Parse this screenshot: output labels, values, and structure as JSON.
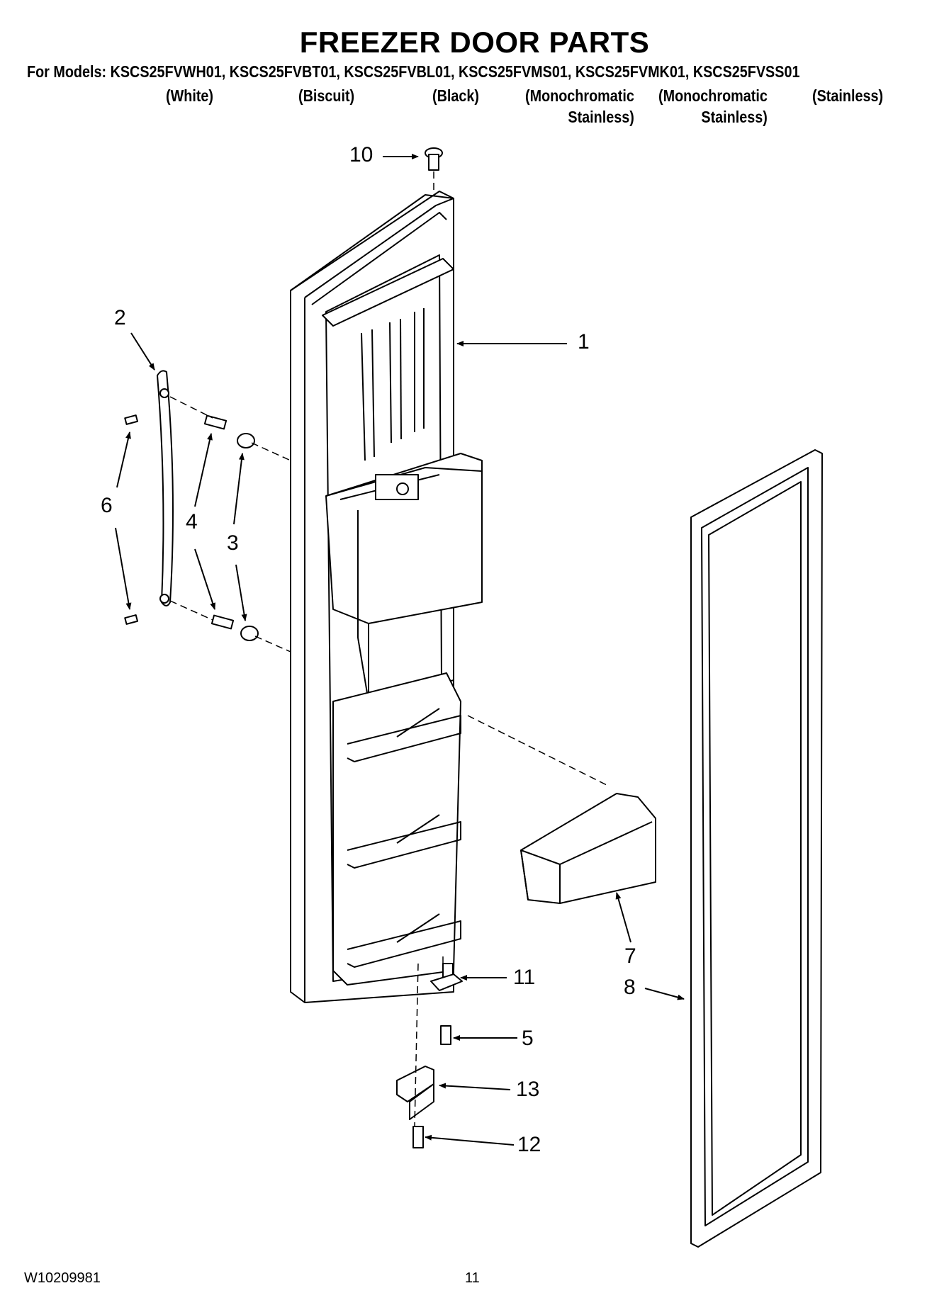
{
  "title": "FREEZER DOOR PARTS",
  "models_line": "For Models: KSCS25FVWH01, KSCS25FVBT01, KSCS25FVBL01, KSCS25FVMS01, KSCS25FVMK01, KSCS25FVSS01",
  "variants": [
    {
      "line1": "(White)",
      "line2": ""
    },
    {
      "line1": "(Biscuit)",
      "line2": ""
    },
    {
      "line1": "(Black)",
      "line2": ""
    },
    {
      "line1": "(Monochromatic",
      "line2": "Stainless)"
    },
    {
      "line1": "(Monochromatic",
      "line2": "Stainless)"
    },
    {
      "line1": "(Stainless)",
      "line2": ""
    }
  ],
  "callouts": {
    "c1": "1",
    "c2": "2",
    "c3": "3",
    "c4": "4",
    "c5": "5",
    "c6": "6",
    "c7": "7",
    "c8": "8",
    "c10": "10",
    "c11": "11",
    "c12": "12",
    "c13": "13"
  },
  "footer": {
    "doc_number": "W10209981",
    "page_number": "11"
  }
}
